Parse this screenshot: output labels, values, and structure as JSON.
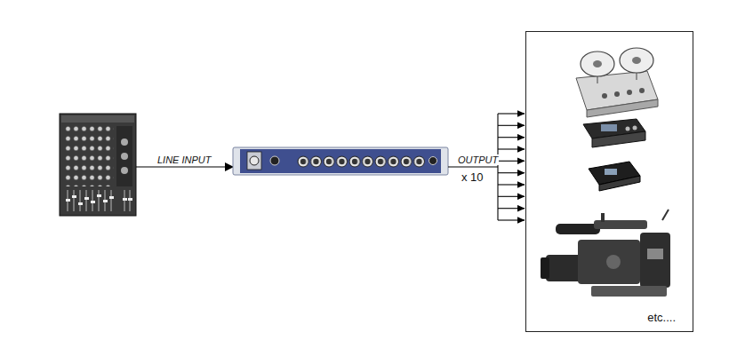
{
  "diagram": {
    "nodes": [
      {
        "text": [
          "etc...."
        ]
      }
    ],
    "labels": [
      "LINE INPUT",
      "OUTPUT",
      "x 10"
    ]
  }
}
